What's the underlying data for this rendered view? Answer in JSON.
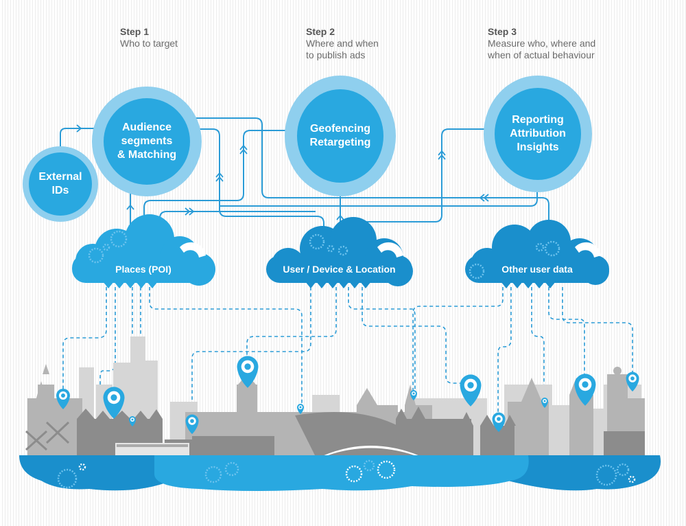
{
  "steps": [
    {
      "title": "Step 1",
      "lines": [
        "Who to target"
      ]
    },
    {
      "title": "Step 2",
      "lines": [
        "Where and when",
        "to publish ads"
      ]
    },
    {
      "title": "Step 3",
      "lines": [
        "Measure who, where and",
        "when of actual behaviour"
      ]
    }
  ],
  "circles": {
    "external": [
      "External",
      "IDs"
    ],
    "audience": [
      "Audience",
      "segments",
      "& Matching"
    ],
    "geofencing": [
      "Geofencing",
      "Retargeting"
    ],
    "reporting": [
      "Reporting",
      "Attribution",
      "Insights"
    ]
  },
  "clouds": {
    "places": "Places (POI)",
    "user_device": "User / Device & Location",
    "other": "Other user data"
  },
  "colors": {
    "primary_blue": "#29a8e0",
    "dark_blue": "#1a8fcc",
    "light_ring": "#8fcfee",
    "line_blue": "#2a9bd6",
    "building_dark": "#8a8a8a",
    "building_mid": "#aaaaaa",
    "building_light": "#cfcfcf"
  }
}
